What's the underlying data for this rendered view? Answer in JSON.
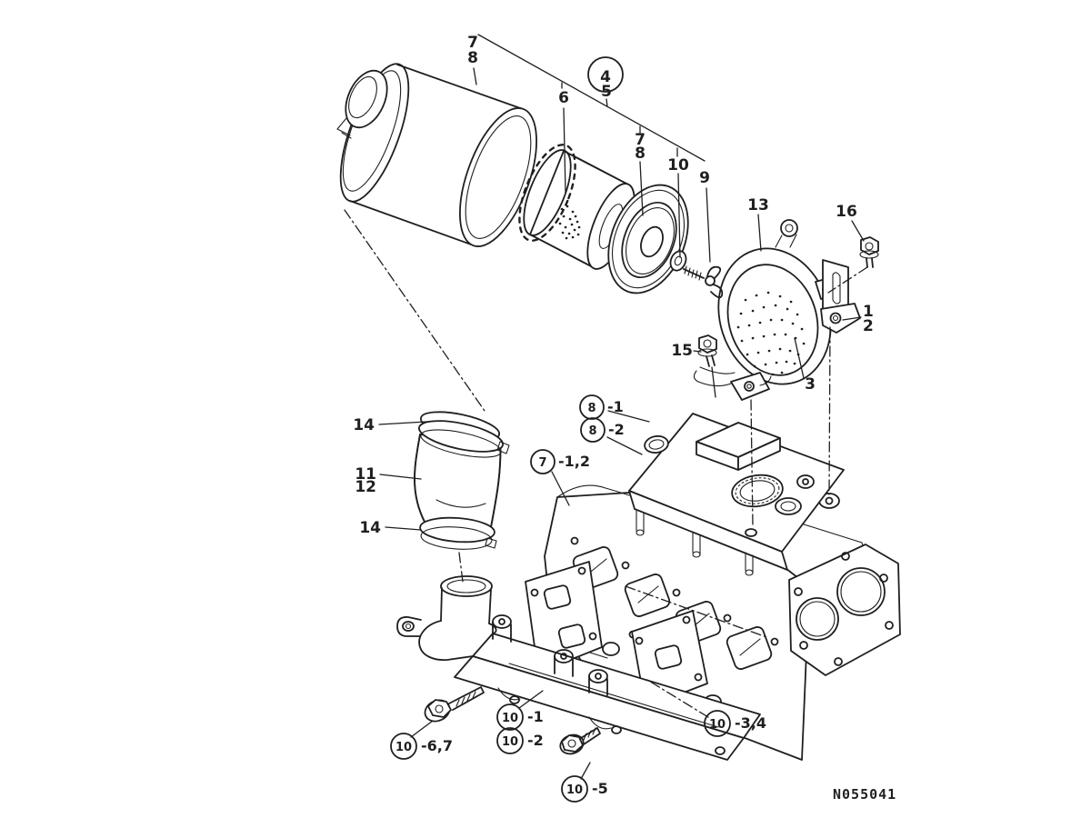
{
  "doc_number": "N055041",
  "highlight": {
    "part": "4",
    "color": "#e00b18"
  },
  "labels": {
    "n7_top": "7",
    "n8_top": "8",
    "n6": "6",
    "n4": "4",
    "n5": "5",
    "n7_mid": "7",
    "n8_mid": "8",
    "n10_top": "10",
    "n9": "9",
    "n13": "13",
    "n16": "16",
    "n1": "1",
    "n2": "2",
    "n3": "3",
    "n15": "15",
    "n14_top": "14",
    "n11": "11",
    "n12": "12",
    "n14_bot": "14"
  },
  "circled_labels": {
    "c8_1": {
      "num": "8",
      "suffix": "-1"
    },
    "c8_2": {
      "num": "8",
      "suffix": "-2"
    },
    "c7_12": {
      "num": "7",
      "suffix": "-1,2"
    },
    "c10_1": {
      "num": "10",
      "suffix": "-1"
    },
    "c10_2": {
      "num": "10",
      "suffix": "-2"
    },
    "c10_67": {
      "num": "10",
      "suffix": "-6,7"
    },
    "c10_5": {
      "num": "10",
      "suffix": "-5"
    },
    "c10_34": {
      "num": "10",
      "suffix": "-3,4"
    }
  }
}
